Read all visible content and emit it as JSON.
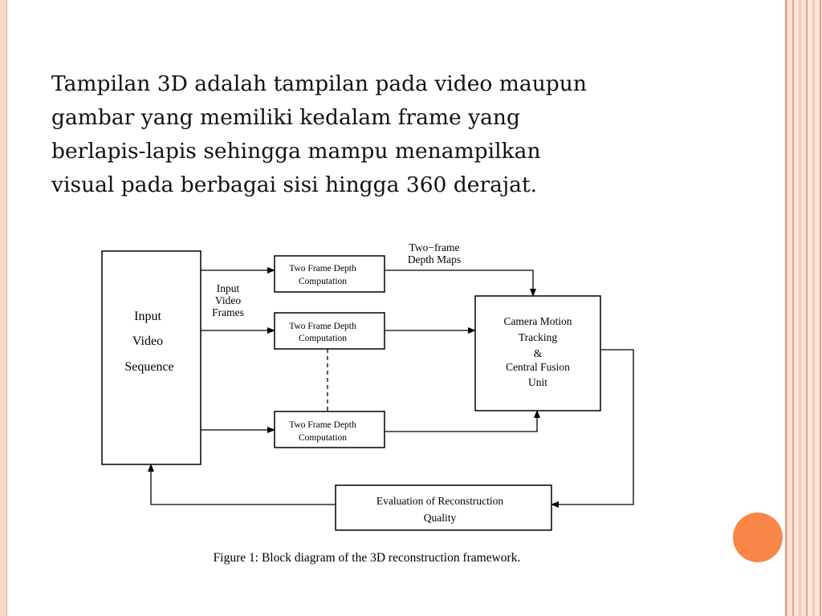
{
  "slide": {
    "paragraph": "Tampilan 3D adalah tampilan pada video maupun\ngambar yang memiliki kedalam frame yang\nberlapis-lapis sehingga mampu menampilkan\nvisual pada berbagai sisi hingga 360 derajat."
  },
  "diagram": {
    "input_block": [
      "Input",
      "Video",
      "Sequence"
    ],
    "frames_label": [
      "Input",
      "Video",
      "Frames"
    ],
    "depth_maps_label": [
      "Two−frame",
      "Depth Maps"
    ],
    "depth_box_1": [
      "Two Frame Depth",
      "Computation"
    ],
    "depth_box_2": [
      "Two Frame Depth",
      "Computation"
    ],
    "depth_box_3": [
      "Two Frame Depth",
      "Computation"
    ],
    "camera_block": [
      "Camera Motion",
      "Tracking",
      "&",
      "Central Fusion",
      "Unit"
    ],
    "evaluation_block": [
      "Evaluation of Reconstruction",
      "Quality"
    ],
    "caption": "Figure 1:  Block diagram of the 3D reconstruction framework."
  },
  "theme": {
    "accent": "#f98646",
    "stripe": "#f6c8b2"
  }
}
